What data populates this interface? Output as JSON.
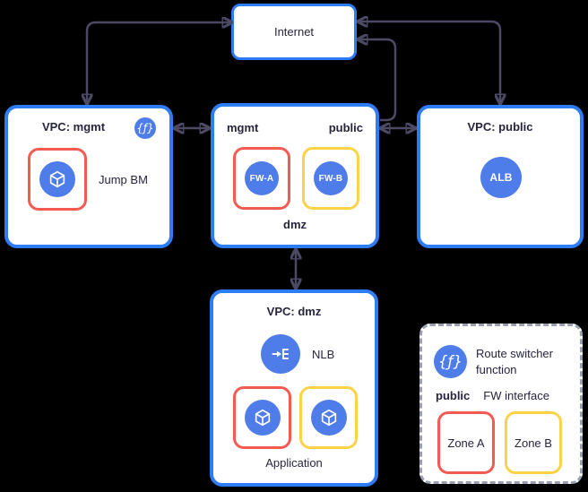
{
  "internet": {
    "label": "Internet"
  },
  "vpc_mgmt": {
    "title": "VPC: mgmt",
    "function_badge_glyph": "{ƒ}",
    "jump_bm_label": "Jump BM"
  },
  "fw_hub": {
    "mgmt_label": "mgmt",
    "public_label": "public",
    "dmz_label": "dmz",
    "fw_a_label": "FW-A",
    "fw_b_label": "FW-B"
  },
  "vpc_public": {
    "title": "VPC: public",
    "alb_label": "ALB"
  },
  "vpc_dmz": {
    "title": "VPC: dmz",
    "nlb_label": "NLB",
    "application_label": "Application"
  },
  "legend": {
    "function_badge_glyph": "{ƒ}",
    "route_switcher_label": "Route switcher function",
    "fw_interface_prefix": "public",
    "fw_interface_label": "FW interface",
    "zone_a_label": "Zone A",
    "zone_b_label": "Zone B"
  },
  "icons": {
    "function_badge": "curly-braces-function-icon",
    "instance": "cube-icon",
    "nlb": "load-balancer-icon"
  },
  "colors": {
    "vpc_border_blue": "#2e7cf6",
    "node_blue": "#4e7de9",
    "zone_a_red": "#f35a52",
    "zone_b_yellow": "#fcd247",
    "arrow": "#4b4963",
    "text_dark": "#26253d",
    "legend_border": "#9aa0b0",
    "background": "#000000"
  }
}
